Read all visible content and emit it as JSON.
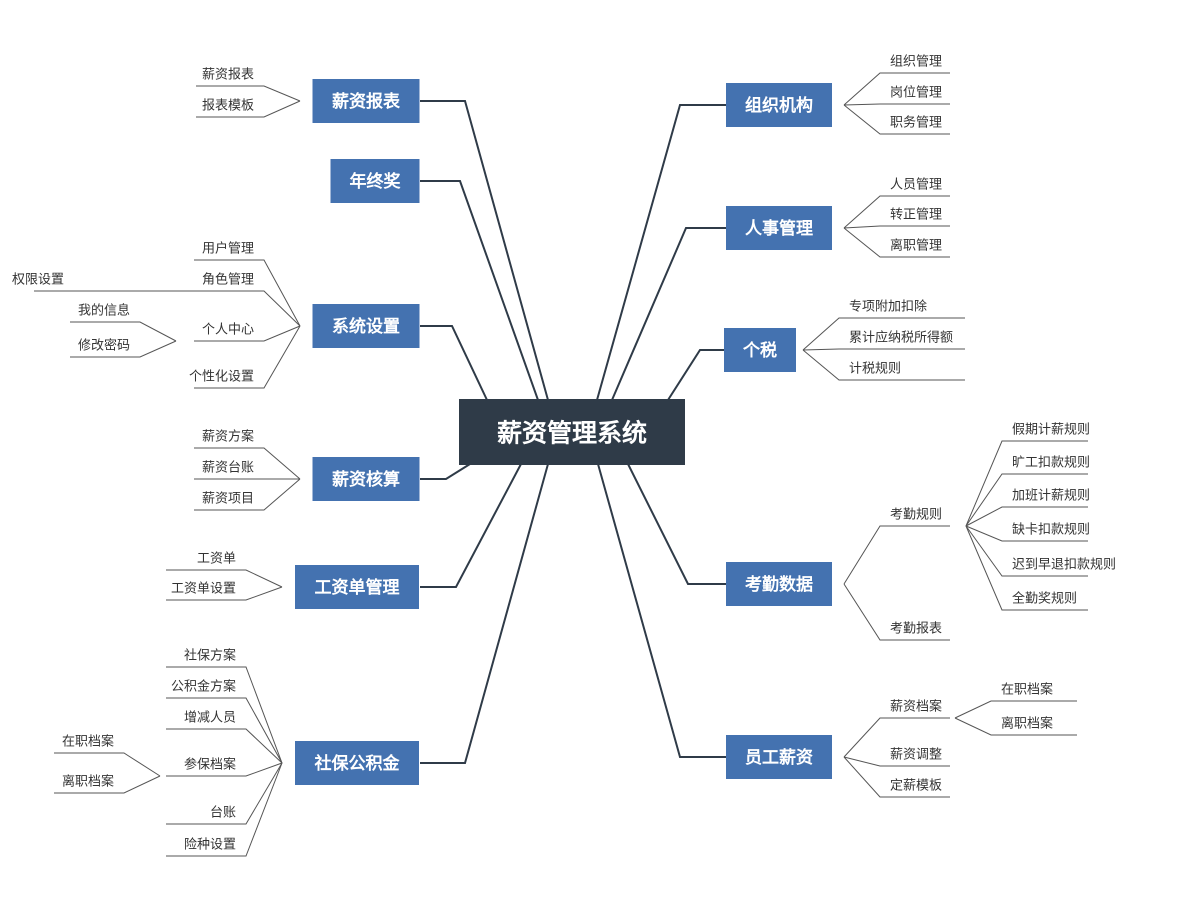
{
  "colors": {
    "branch": "#4472b0",
    "root": "#2f3b48",
    "line": "#2f3b48",
    "leafline": "#555555"
  },
  "root": "薪资管理系统",
  "branches": {
    "xzbb": {
      "label": "薪资报表",
      "items": [
        "薪资报表",
        "报表模板"
      ]
    },
    "nzj": {
      "label": "年终奖"
    },
    "xtsz": {
      "label": "系统设置",
      "items": [
        "用户管理",
        "角色管理",
        "个人中心",
        "个性化设置"
      ],
      "sub": {
        "jsgl": [
          "权限设置"
        ],
        "grzx": [
          "我的信息",
          "修改密码"
        ]
      }
    },
    "xzhs": {
      "label": "薪资核算",
      "items": [
        "薪资方案",
        "薪资台账",
        "薪资项目"
      ]
    },
    "gzd": {
      "label": "工资单管理",
      "items": [
        "工资单",
        "工资单设置"
      ]
    },
    "sbgjj": {
      "label": "社保公积金",
      "items": [
        "社保方案",
        "公积金方案",
        "增减人员",
        "参保档案",
        "台账",
        "险种设置"
      ],
      "sub": {
        "cbda": [
          "在职档案",
          "离职档案"
        ]
      }
    },
    "zzjg": {
      "label": "组织机构",
      "items": [
        "组织管理",
        "岗位管理",
        "职务管理"
      ]
    },
    "rsgl": {
      "label": "人事管理",
      "items": [
        "人员管理",
        "转正管理",
        "离职管理"
      ]
    },
    "gs": {
      "label": "个税",
      "items": [
        "专项附加扣除",
        "累计应纳税所得额",
        "计税规则"
      ]
    },
    "kqsj": {
      "label": "考勤数据",
      "items": [
        "考勤规则",
        "考勤报表"
      ],
      "sub": {
        "kqgz": [
          "假期计薪规则",
          "旷工扣款规则",
          "加班计薪规则",
          "缺卡扣款规则",
          "迟到早退扣款规则",
          "全勤奖规则"
        ]
      }
    },
    "ygxz": {
      "label": "员工薪资",
      "items": [
        "薪资档案",
        "薪资调整",
        "定薪模板"
      ],
      "sub": {
        "xzda": [
          "在职档案",
          "离职档案"
        ]
      }
    }
  }
}
